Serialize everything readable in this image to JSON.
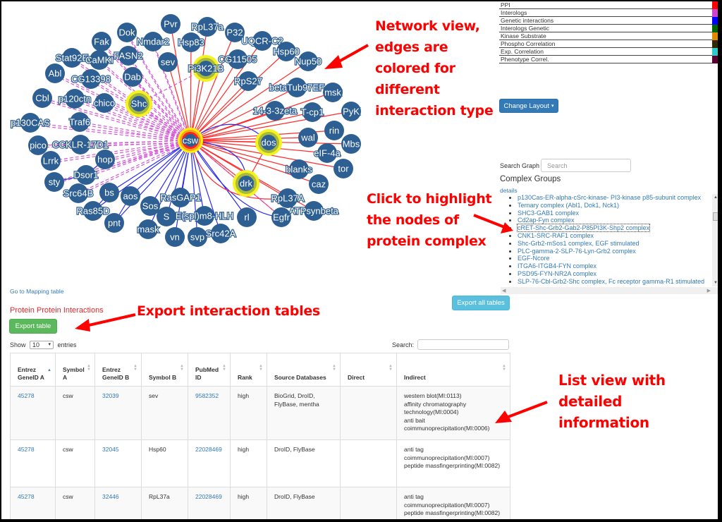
{
  "graph": {
    "center": "csw",
    "highlighted": [
      "Shc",
      "Pi3K21B",
      "dos",
      "drk"
    ],
    "edge_colors": {
      "ppi": "#ff2a2a",
      "interologs": "#d65ad6",
      "genetic": "#2a2af0"
    },
    "nodes": [
      {
        "id": "csw",
        "label": "csw"
      },
      {
        "id": "Pvr",
        "label": "Pvr"
      },
      {
        "id": "RpL37a",
        "label": "RpL37a"
      },
      {
        "id": "P32",
        "label": "P32"
      },
      {
        "id": "Dok",
        "label": "Dok"
      },
      {
        "id": "Nmdar2",
        "label": "Nmdar2"
      },
      {
        "id": "Hsp83",
        "label": "Hsp83"
      },
      {
        "id": "UQCR-C2",
        "label": "UQCR-C2"
      },
      {
        "id": "Fak",
        "label": "Fak"
      },
      {
        "id": "FASN2",
        "label": "FASN2"
      },
      {
        "id": "sev",
        "label": "sev"
      },
      {
        "id": "CG11505",
        "label": "CG11505"
      },
      {
        "id": "Hsp60",
        "label": "Hsp60"
      },
      {
        "id": "Stat92E",
        "label": "Stat92E"
      },
      {
        "id": "CaMKI",
        "label": "CaMKI"
      },
      {
        "id": "Pi3K21B",
        "label": "Pi3K21B"
      },
      {
        "id": "Nup50",
        "label": "Nup50"
      },
      {
        "id": "Abl",
        "label": "Abl"
      },
      {
        "id": "CG13398",
        "label": "CG13398"
      },
      {
        "id": "Dab",
        "label": "Dab"
      },
      {
        "id": "RpS27",
        "label": "RpS27"
      },
      {
        "id": "betaTub97EF",
        "label": "betaTub97EF"
      },
      {
        "id": "msk",
        "label": "msk"
      },
      {
        "id": "Cbl",
        "label": "Cbl"
      },
      {
        "id": "p120ctn",
        "label": "p120ctn"
      },
      {
        "id": "chico",
        "label": "chico"
      },
      {
        "id": "Shc",
        "label": "Shc"
      },
      {
        "id": "14-3-3zeta",
        "label": "14-3-3zeta"
      },
      {
        "id": "T-cp1",
        "label": "T-cp1"
      },
      {
        "id": "PyK",
        "label": "PyK"
      },
      {
        "id": "p130CAS",
        "label": "p130CAS"
      },
      {
        "id": "Traf6",
        "label": "Traf6"
      },
      {
        "id": "rin",
        "label": "rin"
      },
      {
        "id": "pico",
        "label": "pico"
      },
      {
        "id": "CCKLR-17D1",
        "label": "CCKLR-17D1"
      },
      {
        "id": "dos",
        "label": "dos"
      },
      {
        "id": "wal",
        "label": "wal"
      },
      {
        "id": "Mbs",
        "label": "Mbs"
      },
      {
        "id": "Lrrk",
        "label": "Lrrk"
      },
      {
        "id": "hop",
        "label": "hop"
      },
      {
        "id": "eIF-4a",
        "label": "eIF-4a"
      },
      {
        "id": "blanks",
        "label": "blanks"
      },
      {
        "id": "tor",
        "label": "tor"
      },
      {
        "id": "sty",
        "label": "sty"
      },
      {
        "id": "Dsor1",
        "label": "Dsor1"
      },
      {
        "id": "drk",
        "label": "drk"
      },
      {
        "id": "caz",
        "label": "caz"
      },
      {
        "id": "Src64B",
        "label": "Src64B"
      },
      {
        "id": "bs",
        "label": "bs"
      },
      {
        "id": "aos",
        "label": "aos"
      },
      {
        "id": "RasGAP1",
        "label": "RasGAP1"
      },
      {
        "id": "RpL37A",
        "label": "RpL37A"
      },
      {
        "id": "Sos",
        "label": "Sos"
      },
      {
        "id": "ATPsynbeta",
        "label": "ATPsynbeta"
      },
      {
        "id": "Ras85D",
        "label": "Ras85D"
      },
      {
        "id": "S",
        "label": "S"
      },
      {
        "id": "E(spl)m8-HLH",
        "label": "E(spl)m8-HLH"
      },
      {
        "id": "rl",
        "label": "rl"
      },
      {
        "id": "Egfr",
        "label": "Egfr"
      },
      {
        "id": "pnt",
        "label": "pnt"
      },
      {
        "id": "mask",
        "label": "mask"
      },
      {
        "id": "vn",
        "label": "vn"
      },
      {
        "id": "svp",
        "label": "svp"
      },
      {
        "id": "Src42A",
        "label": "Src42A"
      }
    ]
  },
  "annotations": {
    "network": [
      "Network view,",
      "edges are",
      "colored for",
      "different",
      "interaction type"
    ],
    "complex": [
      "Click to highlight",
      "the nodes of",
      "protein complex"
    ],
    "export": "Export interaction tables",
    "list": [
      "List view with",
      "detailed",
      "information"
    ]
  },
  "legend": [
    {
      "label": "PPI",
      "color": "#ff0000"
    },
    {
      "label": "Interologs",
      "color": "#cc44cc"
    },
    {
      "label": "Genetic interactions",
      "color": "#0000ff"
    },
    {
      "label": "Interologs Genetic",
      "color": "#006400"
    },
    {
      "label": "Kinase Substrate",
      "color": "#e08a00"
    },
    {
      "label": "Phospho Correlation",
      "color": "#2f2a05"
    },
    {
      "label": "Exp. Correlation",
      "color": "#2ec9c9"
    },
    {
      "label": "Phenotype Correl.",
      "color": "#5a0030"
    }
  ],
  "controls": {
    "change_layout": "Change Layout",
    "search_graph_label": "Search Graph",
    "search_placeholder": "Search",
    "complex_groups_title": "Complex Groups",
    "details_link": "details",
    "go_mapping": "Go to Mapping table",
    "export_all": "Export all tables"
  },
  "complexes": [
    "p130Cas-ER-alpha-cSrc-kinase- PI3-kinase p85-subunit complex",
    "Ternary complex (Abl1, Dok1, Nck1)",
    "SHC3-GAB1 complex",
    "Cd2ap-Fyn complex",
    "cRET-Shc-Grb2-Gab2-P85PI3K-Shp2 complex",
    "CNK1-SRC-RAF1 complex",
    "Shc-Grb2-mSos1 complex, EGF stimulated",
    "PLC-gamma-2-SLP-76-Lyn-Grb2 complex",
    "EGF-Ncore",
    "ITGA6-ITGB4-FYN complex",
    "PSD95-FYN-NR2A complex",
    "SLP-76-Cbl-Grb2-Shc complex, Fc receptor gamma-R1 stimulated"
  ],
  "selected_complex": 4,
  "ppi_section": {
    "title": "Protein Protein Interactions",
    "export_button": "Export table",
    "show_label": "Show",
    "page_size": "10",
    "entries_label": "entries",
    "search_label": "Search:"
  },
  "table": {
    "columns": [
      "Entrez GeneID A",
      "Symbol A",
      "Entrez GeneID B",
      "Symbol B",
      "PubMed ID",
      "Rank",
      "Source Databases",
      "Direct",
      "Indirect"
    ],
    "rows": [
      {
        "gene_a": "45278",
        "symbol_a": "csw",
        "gene_b": "32039",
        "symbol_b": "sev",
        "pubmed": "9582352",
        "rank": "high",
        "sources": "BioGrid, DroID, FlyBase, mentha",
        "direct": "",
        "indirect": [
          "western blot(MI:0113)",
          "affinity chromatography technology(MI:0004)",
          "anti bait coimmunoprecipitation(MI:0006)"
        ]
      },
      {
        "gene_a": "45278",
        "symbol_a": "csw",
        "gene_b": "32045",
        "symbol_b": "Hsp60",
        "pubmed": "22028469",
        "rank": "high",
        "sources": "DroID, FlyBase",
        "direct": "",
        "indirect": [
          "anti tag coimmunoprecipitation(MI:0007)",
          "peptide massfingerprinting(MI:0082)"
        ]
      },
      {
        "gene_a": "45278",
        "symbol_a": "csw",
        "gene_b": "32446",
        "symbol_b": "RpL37a",
        "pubmed": "22028469",
        "rank": "high",
        "sources": "DroID, FlyBase",
        "direct": "",
        "indirect": [
          "anti tag coimmunoprecipitation(MI:0007)",
          "peptide massfingerprinting(MI:0082)"
        ]
      }
    ]
  }
}
